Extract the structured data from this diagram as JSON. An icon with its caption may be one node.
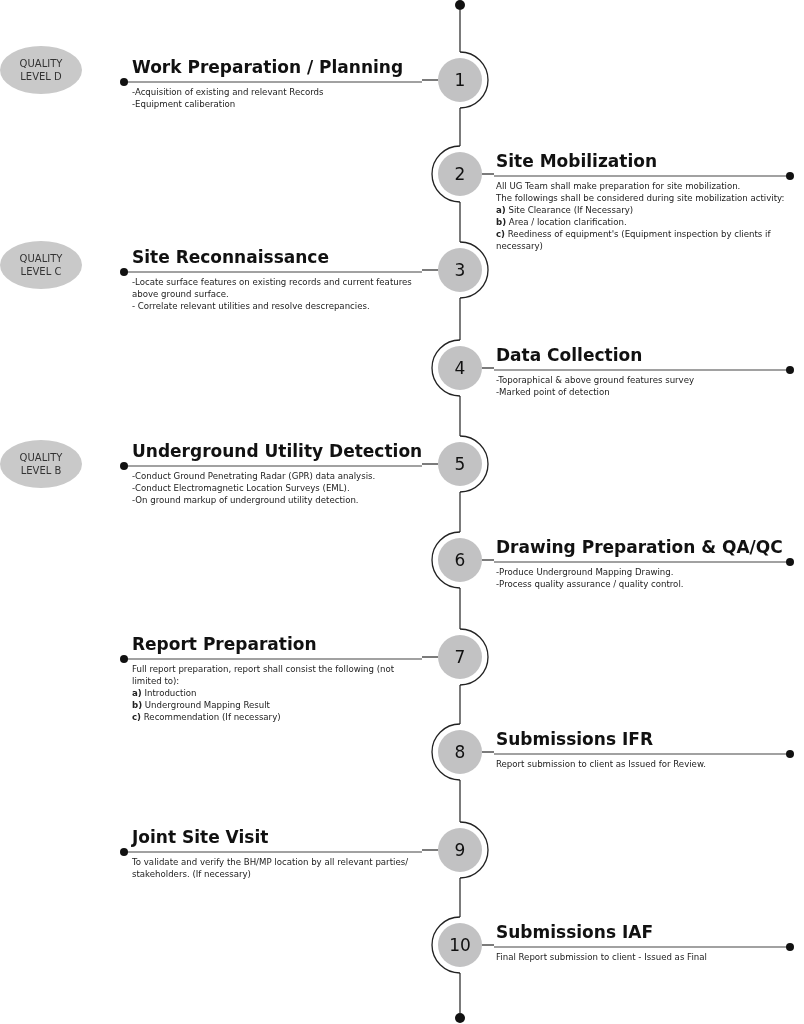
{
  "diagram": {
    "nodes": [
      {
        "text": [],
        "shape": "circle"
      },
      {
        "text": [
          "QUALITY LEVEL D"
        ]
      },
      {
        "text": [
          "Work Preparation / Planning",
          "-Acquisition of existing and relevant Records",
          "-Equipment caliberation"
        ]
      },
      {
        "text": [
          "1"
        ]
      },
      {
        "text": [
          "2"
        ]
      },
      {
        "text": [
          "Site Mobilization",
          "All UG Team shall make preparation for site mobilization.",
          "The followings shall be considered during site mobilization activity:",
          "**a)** Site Clearance (If Necessary)",
          "**b)** Area / location clarification.",
          "**c)** Reediness of equipment's (Equipment inspection by clients if necessary)"
        ]
      },
      {
        "text": [
          "QUALITY LEVEL C"
        ]
      },
      {
        "text": [
          "Site Reconnaissance",
          "-Locate surface features on existing records and current features above ground surface.",
          "- Correlate relevant utilities and resolve descrepancies."
        ]
      },
      {
        "text": [
          "3"
        ]
      },
      {
        "text": [
          "4"
        ]
      },
      {
        "text": [
          "Data Collection",
          "-Toporaphical & above ground features survey",
          "-Marked point of detection"
        ]
      },
      {
        "text": [
          "QUALITY LEVEL B"
        ]
      },
      {
        "text": [
          "Underground Utility Detection",
          "-Conduct Ground Penetrating Radar (GPR) data analysis.",
          "-Conduct Electromagnetic Location Surveys (EML).",
          "-On ground markup of underground utility detection."
        ]
      },
      {
        "text": [
          "5"
        ]
      },
      {
        "text": [
          "6"
        ]
      },
      {
        "text": [
          "Drawing Preparation & QA/QC",
          "-Produce Underground Mapping Drawing.",
          "-Process quality assurance / quality control."
        ]
      },
      {
        "text": [
          "Report Preparation",
          "Full report preparation, report shall consist the following (not limited to):",
          "**a)** Introduction",
          "**b)** Underground Mapping Result",
          "**c)** Recommendation (If necessary)"
        ]
      },
      {
        "text": [
          "7"
        ]
      },
      {
        "text": [
          "8"
        ]
      },
      {
        "text": [
          "Submissions IFR",
          "Report submission to client as Issued for Review."
        ]
      },
      {
        "text": [
          "Joint Site Visit",
          "To validate and verify the BH/MP location by all relevant parties/ stakeholders. (If necessary)"
        ]
      },
      {
        "text": [
          "9"
        ]
      },
      {
        "text": [
          "10"
        ]
      },
      {
        "text": [
          "Submissions IAF",
          "Final Report submission to client - Issued as Final"
        ]
      },
      {
        "text": [],
        "shape": "circle"
      }
    ],
    "edges": [
      {
        "from": 0,
        "to": 3,
        "arrow": "none"
      },
      {
        "from": 3,
        "to": 2,
        "arrow": "none"
      },
      {
        "from": 3,
        "to": 4,
        "arrow": "none"
      },
      {
        "from": 4,
        "to": 5,
        "arrow": "none"
      },
      {
        "from": 4,
        "to": 8,
        "arrow": "none"
      },
      {
        "from": 8,
        "to": 7,
        "arrow": "none"
      },
      {
        "from": 8,
        "to": 9,
        "arrow": "none"
      },
      {
        "from": 9,
        "to": 10,
        "arrow": "none"
      },
      {
        "from": 9,
        "to": 13,
        "arrow": "none"
      },
      {
        "from": 13,
        "to": 12,
        "arrow": "none"
      },
      {
        "from": 13,
        "to": 14,
        "arrow": "none"
      },
      {
        "from": 14,
        "to": 15,
        "arrow": "none"
      },
      {
        "from": 14,
        "to": 17,
        "arrow": "none"
      },
      {
        "from": 17,
        "to": 16,
        "arrow": "none"
      },
      {
        "from": 17,
        "to": 18,
        "arrow": "none"
      },
      {
        "from": 18,
        "to": 19,
        "arrow": "none"
      },
      {
        "from": 18,
        "to": 21,
        "arrow": "none"
      },
      {
        "from": 21,
        "to": 20,
        "arrow": "none"
      },
      {
        "from": 21,
        "to": 22,
        "arrow": "none"
      },
      {
        "from": 22,
        "to": 23,
        "arrow": "none"
      },
      {
        "from": 22,
        "to": 24,
        "arrow": "none"
      }
    ]
  }
}
